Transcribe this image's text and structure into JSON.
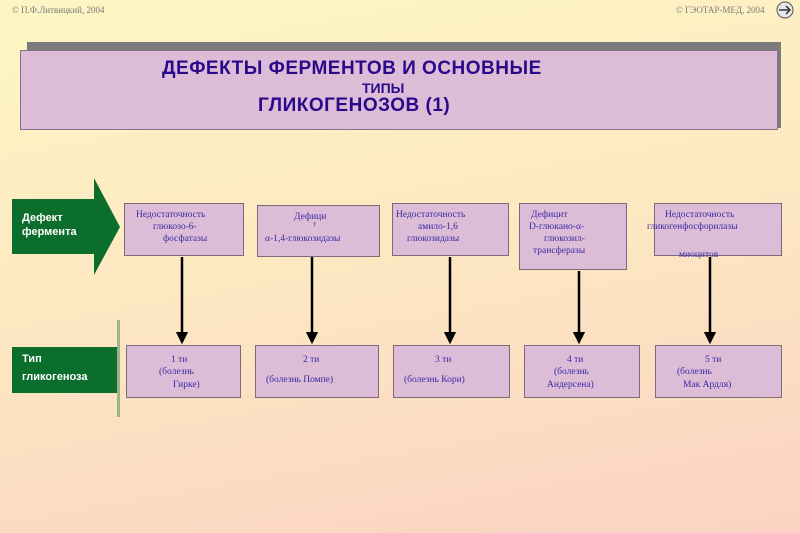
{
  "header": {
    "copyright_left": "© П.Ф.Литвицкий, 2004",
    "copyright_right": "© ГЭОТАР-МЕД, 2004"
  },
  "title": {
    "line1": "ДЕФЕКТЫ  ФЕРМЕНТОВ  И  ОСНОВНЫЕ",
    "line1b": "ТИПЫ",
    "line2": "ГЛИКОГЕНОЗОВ (1)"
  },
  "row_labels": {
    "defect_line1": "Дефект",
    "defect_line2": "фермента",
    "type_line1": "Тип",
    "type_line2": "гликогеноза"
  },
  "defects": [
    {
      "lines": [
        "Недостаточность",
        "глюкозо-6-",
        "фосфатазы"
      ]
    },
    {
      "lines": [
        "Дефици",
        "т",
        "α-1,4-глюкозидазы"
      ]
    },
    {
      "lines": [
        "Недостаточность",
        "амило-1,6",
        "глюкозидазы"
      ]
    },
    {
      "lines": [
        "Дефицит",
        "D-глюкано-α-",
        "глюкозил-",
        "трансферазы"
      ]
    },
    {
      "lines": [
        "Недостаточность",
        "гликогенфосфорилазы",
        "миоцитов"
      ]
    }
  ],
  "types": [
    {
      "lines": [
        "1  ти",
        "(болезнь",
        "Гирке)"
      ]
    },
    {
      "lines": [
        "2  ти",
        "(болезнь  Помпе)"
      ]
    },
    {
      "lines": [
        "3  ти",
        "(болезнь  Кори)"
      ]
    },
    {
      "lines": [
        "4  ти",
        "(болезнь",
        "Андерсена)"
      ]
    },
    {
      "lines": [
        "5  ти",
        "(болезнь",
        "Мак Ардля)"
      ]
    }
  ],
  "colors": {
    "box_fill": "#ddbcd8",
    "arrow_green": "#0c6e2c",
    "title_text": "#2a0a8a",
    "box_text": "#3a2aa0"
  },
  "icons": {
    "nav": "forward-arrow-icon"
  }
}
